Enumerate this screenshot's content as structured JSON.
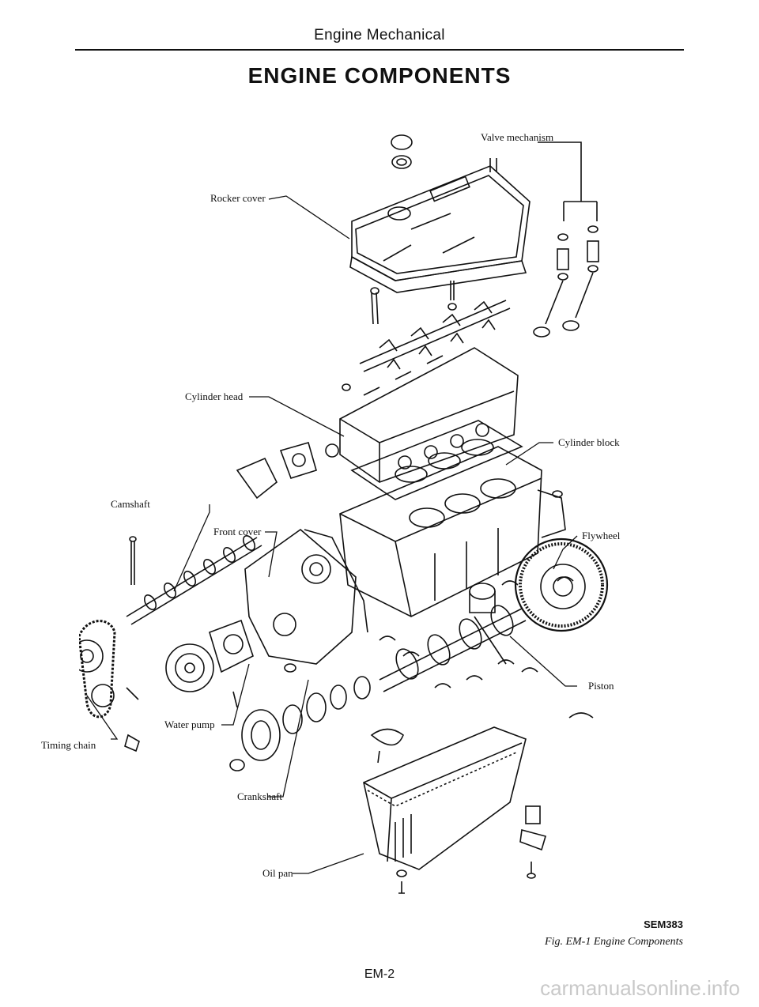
{
  "header": {
    "section": "Engine Mechanical"
  },
  "page_heading": "ENGINE COMPONENTS",
  "callouts": {
    "valve_mechanism": "Valve mechanism",
    "rocker_cover": "Rocker cover",
    "cylinder_head": "Cylinder head",
    "cylinder_block": "Cylinder block",
    "camshaft": "Camshaft",
    "front_cover": "Front cover",
    "flywheel": "Flywheel",
    "piston": "Piston",
    "water_pump": "Water pump",
    "timing_chain": "Timing chain",
    "crankshaft": "Crankshaft",
    "oil_pan": "Oil pan"
  },
  "figure": {
    "code": "SEM383",
    "caption": "Fig. EM-1  Engine Components"
  },
  "page_number": "EM-2",
  "watermark": "carmanualsonline.info"
}
